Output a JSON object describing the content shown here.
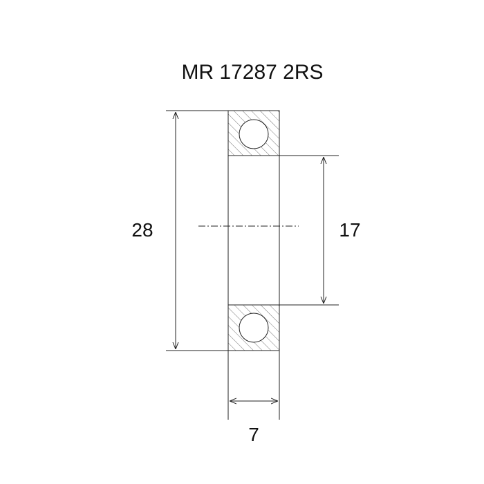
{
  "title": "MR 17287 2RS",
  "watermark": "",
  "dimensions": {
    "outer_diameter": "28",
    "inner_diameter": "17",
    "width": "7"
  },
  "colors": {
    "line": "#222222",
    "background": "#ffffff"
  }
}
